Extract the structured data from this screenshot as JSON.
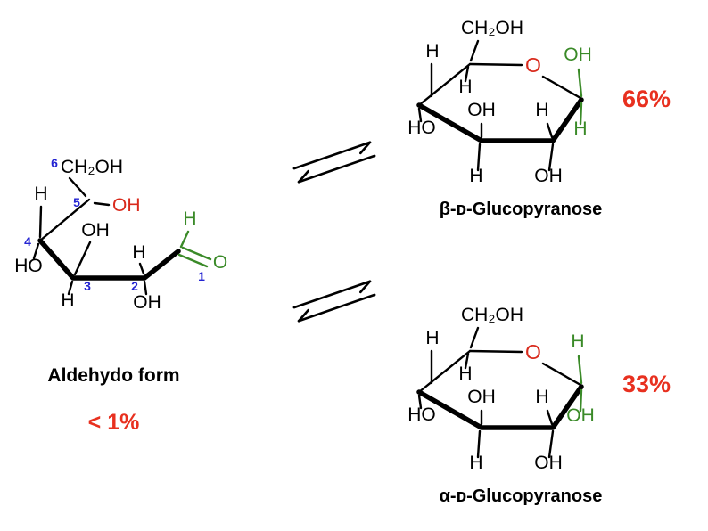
{
  "colors": {
    "red": "#d92a1c",
    "percent_red": "#e8301f",
    "green": "#3a8a28",
    "blue": "#2323d2",
    "black": "#000000"
  },
  "icons": {
    "equilibrium_arrows": "⇌"
  },
  "aldehydo": {
    "name": "Aldehydo form",
    "percent": "< 1%",
    "numbers": {
      "c1": "1",
      "c2": "2",
      "c3": "3",
      "c4": "4",
      "c5": "5",
      "c6": "6"
    },
    "atoms": {
      "c6_group": "CH₂OH",
      "c5_oh": "OH",
      "c4_h": "H",
      "c4_ho": "HO",
      "c3_oh": "OH",
      "c3_h": "H",
      "c2_h": "H",
      "c2_oh": "OH",
      "c1_h": "H",
      "c1_o": "O"
    }
  },
  "beta": {
    "name": "β-ᴅ-Glucopyranose",
    "percent": "66%",
    "atoms": {
      "c6_group": "CH₂OH",
      "ring_o": "O",
      "c4_h": "H",
      "c4_ho": "HO",
      "c5_h": "H",
      "c3_oh": "OH",
      "c3_h": "H",
      "c2_h": "H",
      "c2_oh": "OH",
      "anomeric_up": "OH",
      "anomeric_down": "H"
    }
  },
  "alpha": {
    "name": "α-ᴅ-Glucopyranose",
    "percent": "33%",
    "atoms": {
      "c6_group": "CH₂OH",
      "ring_o": "O",
      "c4_h": "H",
      "c4_ho": "HO",
      "c5_h": "H",
      "c3_oh": "OH",
      "c3_h": "H",
      "c2_h": "H",
      "c2_oh": "OH",
      "anomeric_up": "H",
      "anomeric_down": "OH"
    }
  }
}
